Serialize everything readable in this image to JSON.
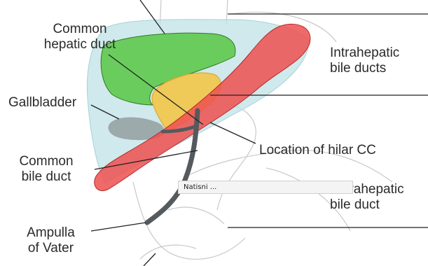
{
  "labels": {
    "common_hepatic_duct": [
      "Common",
      "hepatic duct"
    ],
    "intrahepatic_bile_ducts": [
      "Intrahepatic",
      "bile ducts"
    ],
    "gallbladder": "Gallbladder",
    "location_hilar_cc": "Location of hilar CC",
    "common_bile_duct": [
      "Common",
      "bile duct"
    ],
    "extrahepatic_bile_duct": [
      "Extrahepatic",
      "bile duct"
    ],
    "ampulla_of_vater": [
      "Ampulla",
      "of Vater"
    ]
  },
  "tooltip": {
    "text": "Natisni ..."
  },
  "colors": {
    "liver": "#bfe2e6",
    "green_region": "#5ec94e",
    "yellow_region": "#f2c648",
    "red_region": "#ee5050",
    "duct": "#555a5e",
    "gallbladder": "#8e9a9c"
  }
}
